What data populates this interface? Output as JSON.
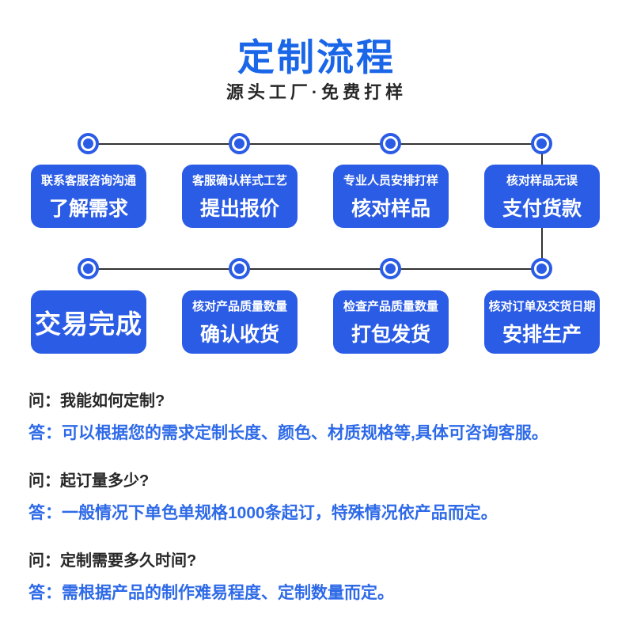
{
  "header": {
    "title": "定制流程",
    "subtitle": "源头工厂·免费打样"
  },
  "flow": {
    "rows": [
      {
        "steps": [
          {
            "sub": "联系客服咨询沟通",
            "main": "了解需求"
          },
          {
            "sub": "客服确认样式工艺",
            "main": "提出报价"
          },
          {
            "sub": "专业人员安排打样",
            "main": "核对样品"
          },
          {
            "sub": "核对样品无误",
            "main": "支付货款"
          }
        ]
      },
      {
        "steps": [
          {
            "main": "交易完成"
          },
          {
            "sub": "核对产品质量数量",
            "main": "确认收货"
          },
          {
            "sub": "检查产品质量数量",
            "main": "打包发货"
          },
          {
            "sub": "核对订单及交货日期",
            "main": "安排生产"
          }
        ]
      }
    ]
  },
  "faq": [
    {
      "q": "问：我能如何定制?",
      "a": "答：可以根据您的需求定制长度、颜色、材质规格等,具体可咨询客服。"
    },
    {
      "q": "问：起订量多少?",
      "a": "答：一般情况下单色单规格1000条起订，特殊情况依产品而定。"
    },
    {
      "q": "问：定制需要多久时间?",
      "a": "答：需根据产品的制作难易程度、定制数量而定。"
    }
  ],
  "colors": {
    "accent": "#2b5ce5",
    "title_blue": "#1a66e8",
    "answer_blue": "#2e6ae8",
    "text_dark": "#282828",
    "line_dark": "#333333"
  }
}
